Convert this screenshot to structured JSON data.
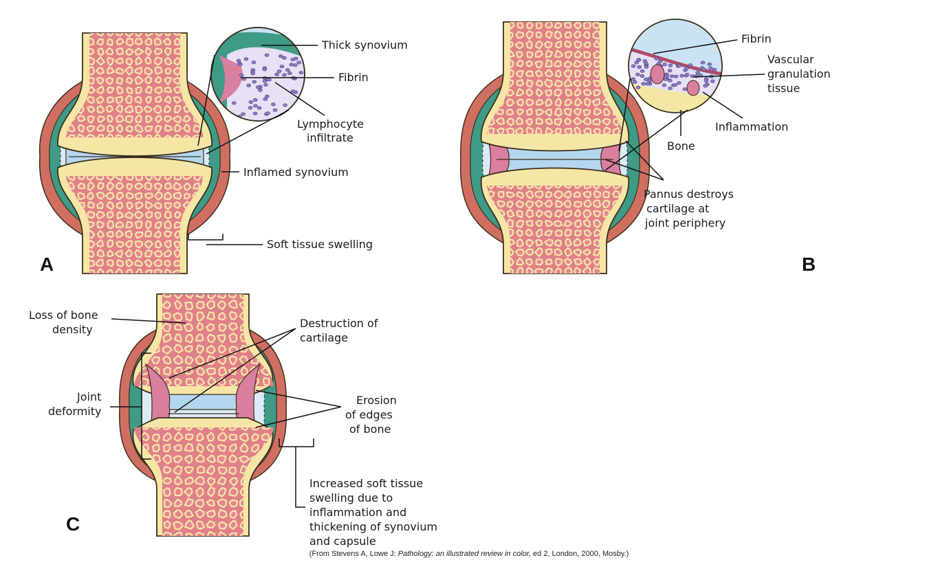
{
  "colors": {
    "bone_shell": "#f6e6a6",
    "bone_outline": "#3a2e1a",
    "marrow": "#e08088",
    "cartilage": "#b5d6ef",
    "synovium": "#3f9a86",
    "capsule": "#cf6f62",
    "pannus": "#d97fa0",
    "lymphocyte": "#8c7cc4",
    "zoom_fill": "#c9e3f5"
  },
  "panels": {
    "a": {
      "letter": "A",
      "labels": {
        "thick_synovium": "Thick synovium",
        "fibrin": "Fibrin",
        "lymphocyte_1": "Lymphocyte",
        "lymphocyte_2": "infiltrate",
        "inflamed_synovium": "Inflamed synovium",
        "soft_tissue_swelling": "Soft tissue swelling"
      }
    },
    "b": {
      "letter": "B",
      "labels": {
        "fibrin": "Fibrin",
        "vascular_1": "Vascular",
        "vascular_2": "granulation",
        "vascular_3": "tissue",
        "inflammation": "Inflammation",
        "bone": "Bone",
        "pannus_1": "Pannus destroys",
        "pannus_2": "cartilage at",
        "pannus_3": "joint periphery"
      }
    },
    "c": {
      "letter": "C",
      "labels": {
        "loss_1": "Loss of bone",
        "loss_2": "density",
        "destruction_1": "Destruction of",
        "destruction_2": "cartilage",
        "deformity_1": "Joint",
        "deformity_2": "deformity",
        "erosion_1": "Erosion",
        "erosion_2": "of edges",
        "erosion_3": "of bone",
        "swelling_1": "Increased soft tissue",
        "swelling_2": "swelling due to",
        "swelling_3": "inflammation and",
        "swelling_4": "thickening of synovium",
        "swelling_5": "and capsule"
      }
    }
  },
  "citation": {
    "prefix": "(From Stevens A, Lowe J: ",
    "title": "Pathology: an illustrated review in color,",
    "suffix": " ed 2, London, 2000, Mosby.)"
  }
}
